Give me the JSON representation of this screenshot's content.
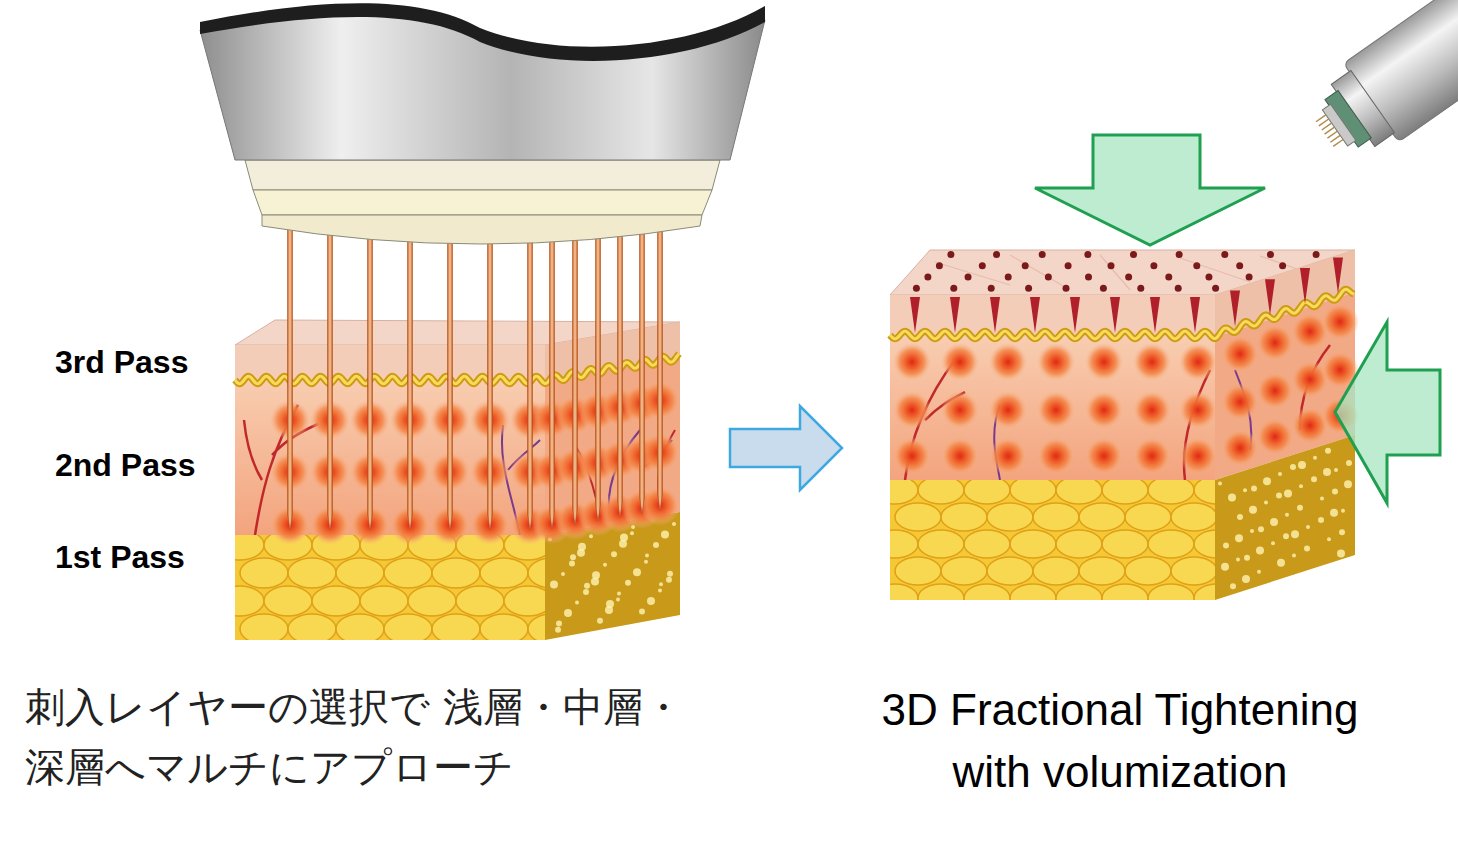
{
  "diagram": {
    "labels": [
      "3rd Pass",
      "2nd Pass",
      "1st Pass",
      "刺入レイヤーの選択で 浅層・中層・深層へマルチにアプローチ",
      "3D Fractional Tightening with volumization"
    ]
  }
}
